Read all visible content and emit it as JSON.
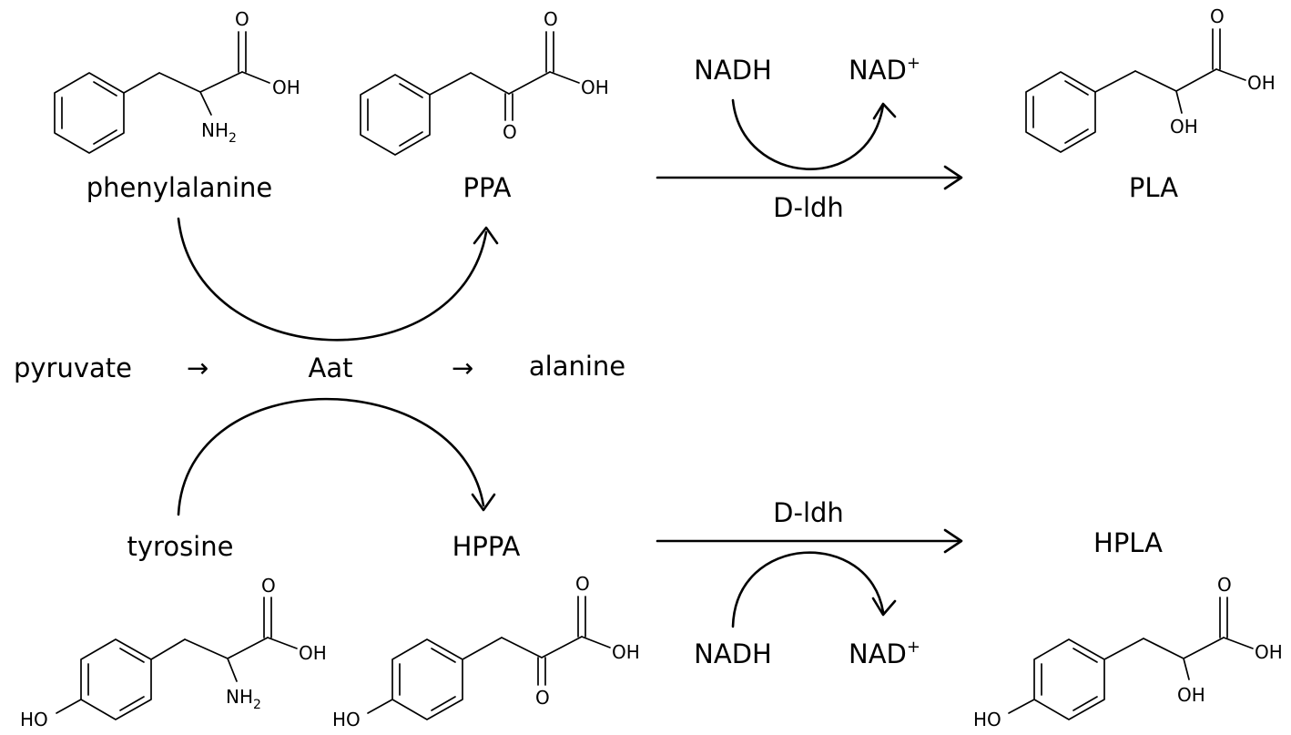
{
  "compounds": {
    "phenylalanine": "phenylalanine",
    "ppa": "PPA",
    "pla": "PLA",
    "tyrosine": "tyrosine",
    "hppa": "HPPA",
    "hpla": "HPLA"
  },
  "cofactors": {
    "nadh": "NADH",
    "nad": "NAD",
    "nad_charge": "+"
  },
  "enzymes": {
    "aat": "Aat",
    "dldh": "D-ldh"
  },
  "cosubstrates": {
    "pyruvate": "pyruvate",
    "alanine": "alanine",
    "arrow": "→"
  },
  "atoms": {
    "o": "O",
    "oh": "OH",
    "ho": "HO",
    "nh": "NH",
    "nh_sub": "2"
  }
}
